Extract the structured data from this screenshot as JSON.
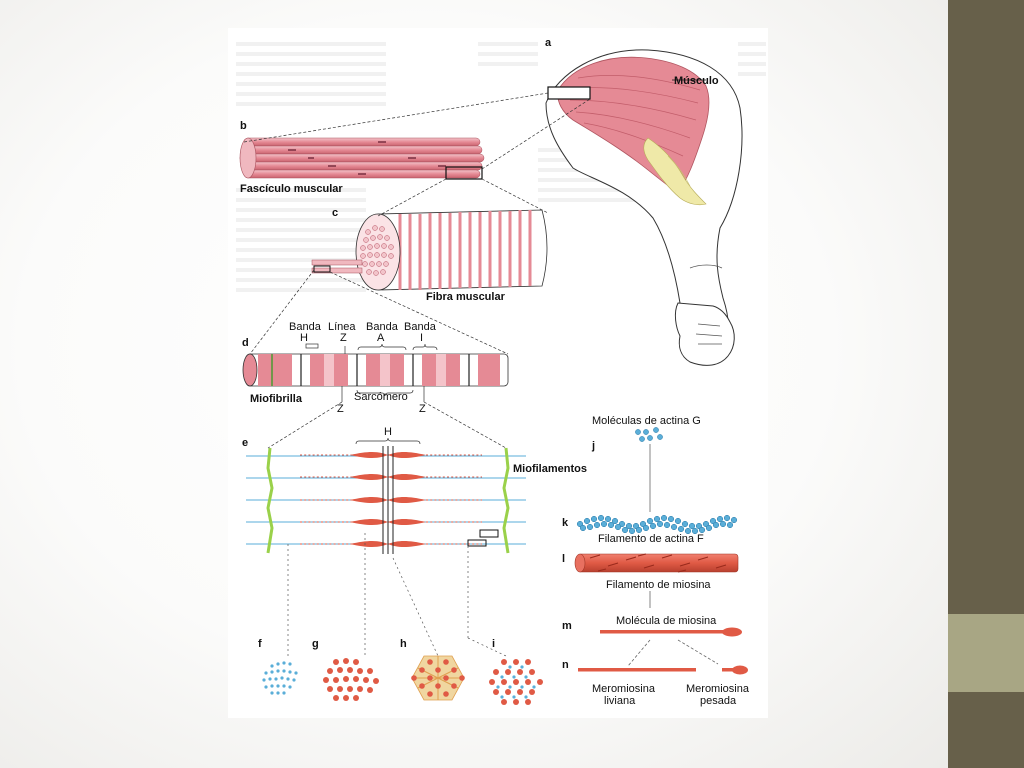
{
  "figure": {
    "letters": {
      "a": "a",
      "b": "b",
      "c": "c",
      "d": "d",
      "e": "e",
      "f": "f",
      "g": "g",
      "h": "h",
      "i": "i",
      "j": "j",
      "k": "k",
      "l": "l",
      "m": "m",
      "n": "n"
    },
    "labels": {
      "musculo": "Músculo",
      "fasciculo": "Fascículo muscular",
      "fibra": "Fibra muscular",
      "banda_h_1": "Banda",
      "banda_h_2": "H",
      "linea_z_1": "Línea",
      "linea_z_2": "Z",
      "banda_a_1": "Banda",
      "banda_a_2": "A",
      "banda_i_1": "Banda",
      "banda_i_2": "I",
      "miofibrilla": "Miofibrilla",
      "z_left": "Z",
      "sarcomero": "Sarcómero",
      "z_right": "Z",
      "h_label": "H",
      "miofilamentos": "Miofilamentos",
      "moleculas_actina": "Moléculas de actina G",
      "filamento_actina": "Filamento de actina F",
      "filamento_miosina": "Filamento de miosina",
      "molecula_miosina": "Molécula de miosina",
      "meromiosina_liviana_1": "Meromiosina",
      "meromiosina_liviana_2": "liviana",
      "meromiosina_pesada_1": "Meromiosina",
      "meromiosina_pesada_2": "pesada"
    }
  },
  "colors": {
    "muscle": "#e58a95",
    "muscle_dark": "#c9515f",
    "tendon": "#efe9a8",
    "myosin": "#e05a45",
    "actin": "#5aaed8",
    "zline": "#9ad14a",
    "sidebar": "#67604a",
    "sidebar_accent": "#a8a684"
  }
}
